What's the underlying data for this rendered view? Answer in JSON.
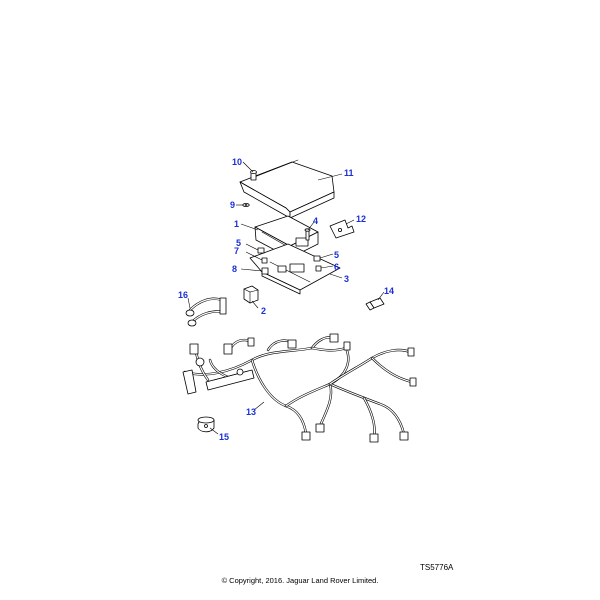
{
  "diagram": {
    "reference_code": "TS5776A",
    "copyright": "© Copyright, 2016. Jaguar Land Rover Limited.",
    "callouts": [
      "1",
      "2",
      "3",
      "4",
      "5",
      "5",
      "6",
      "7",
      "8",
      "9",
      "10",
      "11",
      "12",
      "13",
      "14",
      "15",
      "16"
    ]
  },
  "colors": {
    "callout": "#1a2fd6",
    "line": "#000000",
    "background": "#ffffff"
  }
}
